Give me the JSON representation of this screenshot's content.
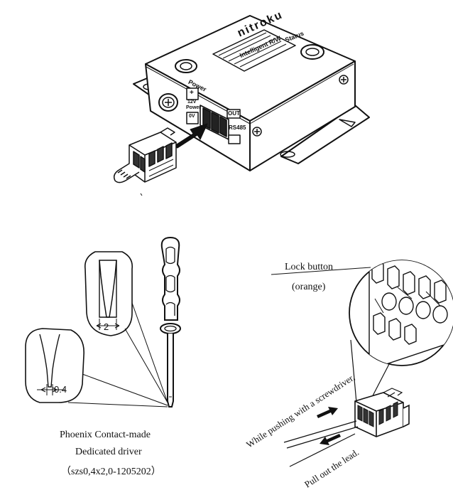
{
  "device": {
    "brand": "nitroku",
    "model_line": "Intelligent R/W",
    "status_label": "Status",
    "power_label": "Power",
    "terminal_plus": "+",
    "terminal_12v": "12V",
    "terminal_power": "Power",
    "terminal_0v": "0V",
    "terminal_out": "OUT",
    "terminal_rs485": "RS485"
  },
  "labels": {
    "lock_button": "Lock button",
    "lock_button_color": "(orange)",
    "blade_width": "2",
    "tip_width": "0.4",
    "driver_line1": "Phoenix Contact-made",
    "driver_line2": "Dedicated driver",
    "driver_line3": "（szs0,4x2,0-1205202）",
    "instruction1": "While pushing with a screwdriver,",
    "instruction2": "Pull out the lead."
  }
}
